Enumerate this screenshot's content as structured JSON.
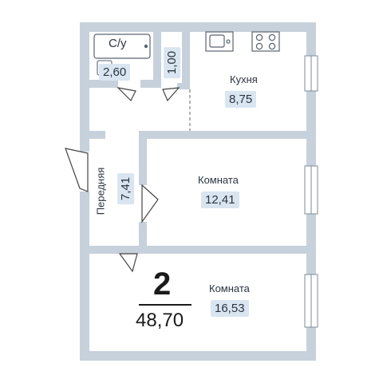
{
  "rooms_count": "2",
  "total_area": "48,70",
  "bathroom": {
    "label": "С/у",
    "area": "2,60"
  },
  "wc": {
    "area": "1,00"
  },
  "kitchen": {
    "name": "Кухня",
    "area": "8,75"
  },
  "hall": {
    "name": "Передняя",
    "area": "7,41"
  },
  "room1": {
    "name": "Комната",
    "area": "12,41"
  },
  "room2": {
    "name": "Комната",
    "area": "16,53"
  },
  "colors": {
    "wall": "#c7d1dc",
    "area_bg": "#d9e5f0",
    "text": "#2b3440"
  }
}
